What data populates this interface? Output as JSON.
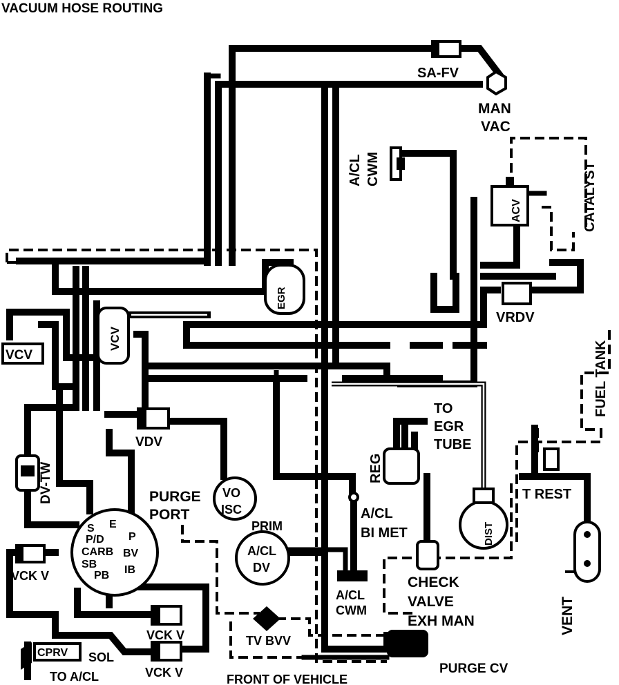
{
  "title": "VACUUM HOSE ROUTING",
  "labels": {
    "sa_fv": "SA-FV",
    "man": "MAN",
    "vac": "VAC",
    "acl_top": "A/CL",
    "cwm_top": "CWM",
    "acv": "ACV",
    "catalyst": "CATALYST",
    "egr": "EGR",
    "vcv_valve": "VCV",
    "vcv_box": "VCV",
    "vrdv": "VRDV",
    "fuel_tank": "FUEL TANK",
    "to": "TO",
    "egr2": "EGR",
    "tube": "TUBE",
    "reg": "REG",
    "vdv": "VDV",
    "dv_tw": "DV-TW",
    "purge": "PURGE",
    "port": "PORT",
    "vo": "VO",
    "isc": "ISC",
    "prim": "PRIM",
    "acl_dv": "A/CL",
    "dv": "DV",
    "acl_bimet": "A/CL",
    "bi_met": "BI MET",
    "dist": "DIST",
    "t_rest": "T REST",
    "carb_s": "S",
    "carb_e": "E",
    "carb_pd": "P/D",
    "carb_p": "P",
    "carb_carb": "CARB",
    "carb_bv": "BV",
    "carb_sb": "SB",
    "carb_ib": "IB",
    "carb_pb": "PB",
    "vck_v1": "VCK V",
    "vck_v2": "VCK V",
    "vck_v3": "VCK V",
    "check": "CHECK",
    "valve": "VALVE",
    "exh_man": "EXH  MAN",
    "acl_bot": "A/CL",
    "cwm_bot": "CWM",
    "tv_bvv": "TV BVV",
    "cprv": "CPRV",
    "sol": "SOL",
    "to_acl": "TO A/CL",
    "front": "FRONT OF VEHICLE",
    "purge_cv": "PURGE  CV",
    "vent": "VENT"
  }
}
